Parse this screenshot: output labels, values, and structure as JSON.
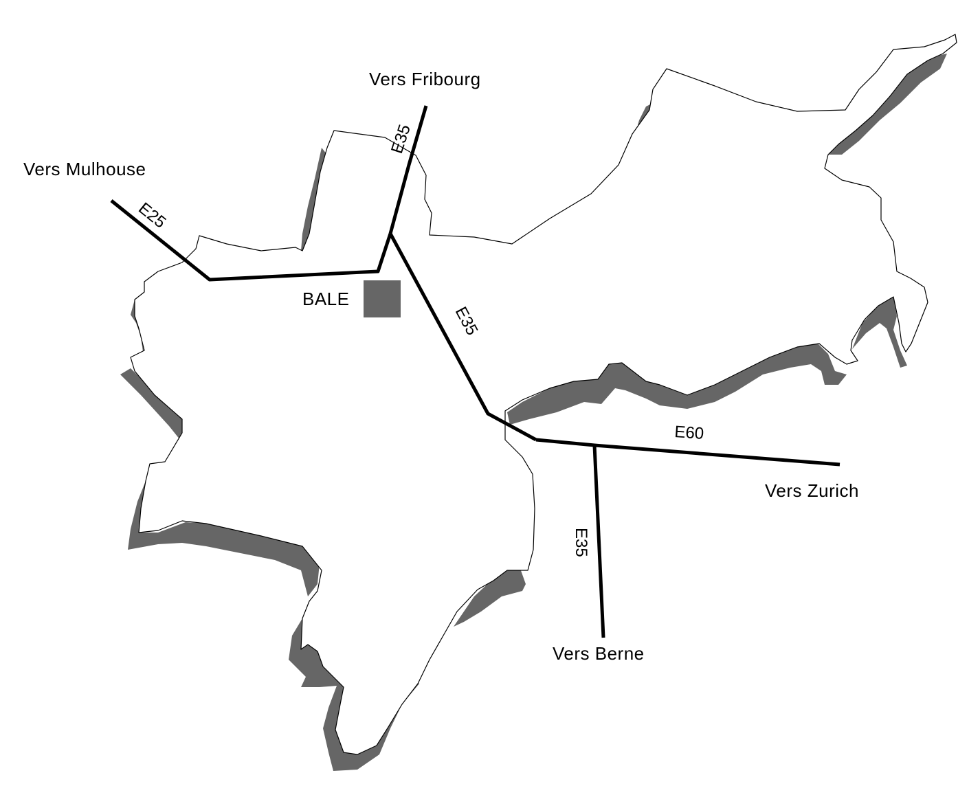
{
  "colors": {
    "background": "#ffffff",
    "territory_fill": "#ffffff",
    "territory_outline": "#000000",
    "relief_shadow": "#666666",
    "road": "#000000",
    "city_marker": "#666666"
  },
  "city": {
    "name": "BALE"
  },
  "destinations": {
    "fribourg": "Vers Fribourg",
    "mulhouse": "Vers Mulhouse",
    "zurich": "Vers Zurich",
    "berne": "Vers Berne"
  },
  "roads": {
    "e35_north": "E35",
    "e25_west": "E25",
    "e35_center": "E35",
    "e60_east": "E60",
    "e35_south": "E35"
  }
}
